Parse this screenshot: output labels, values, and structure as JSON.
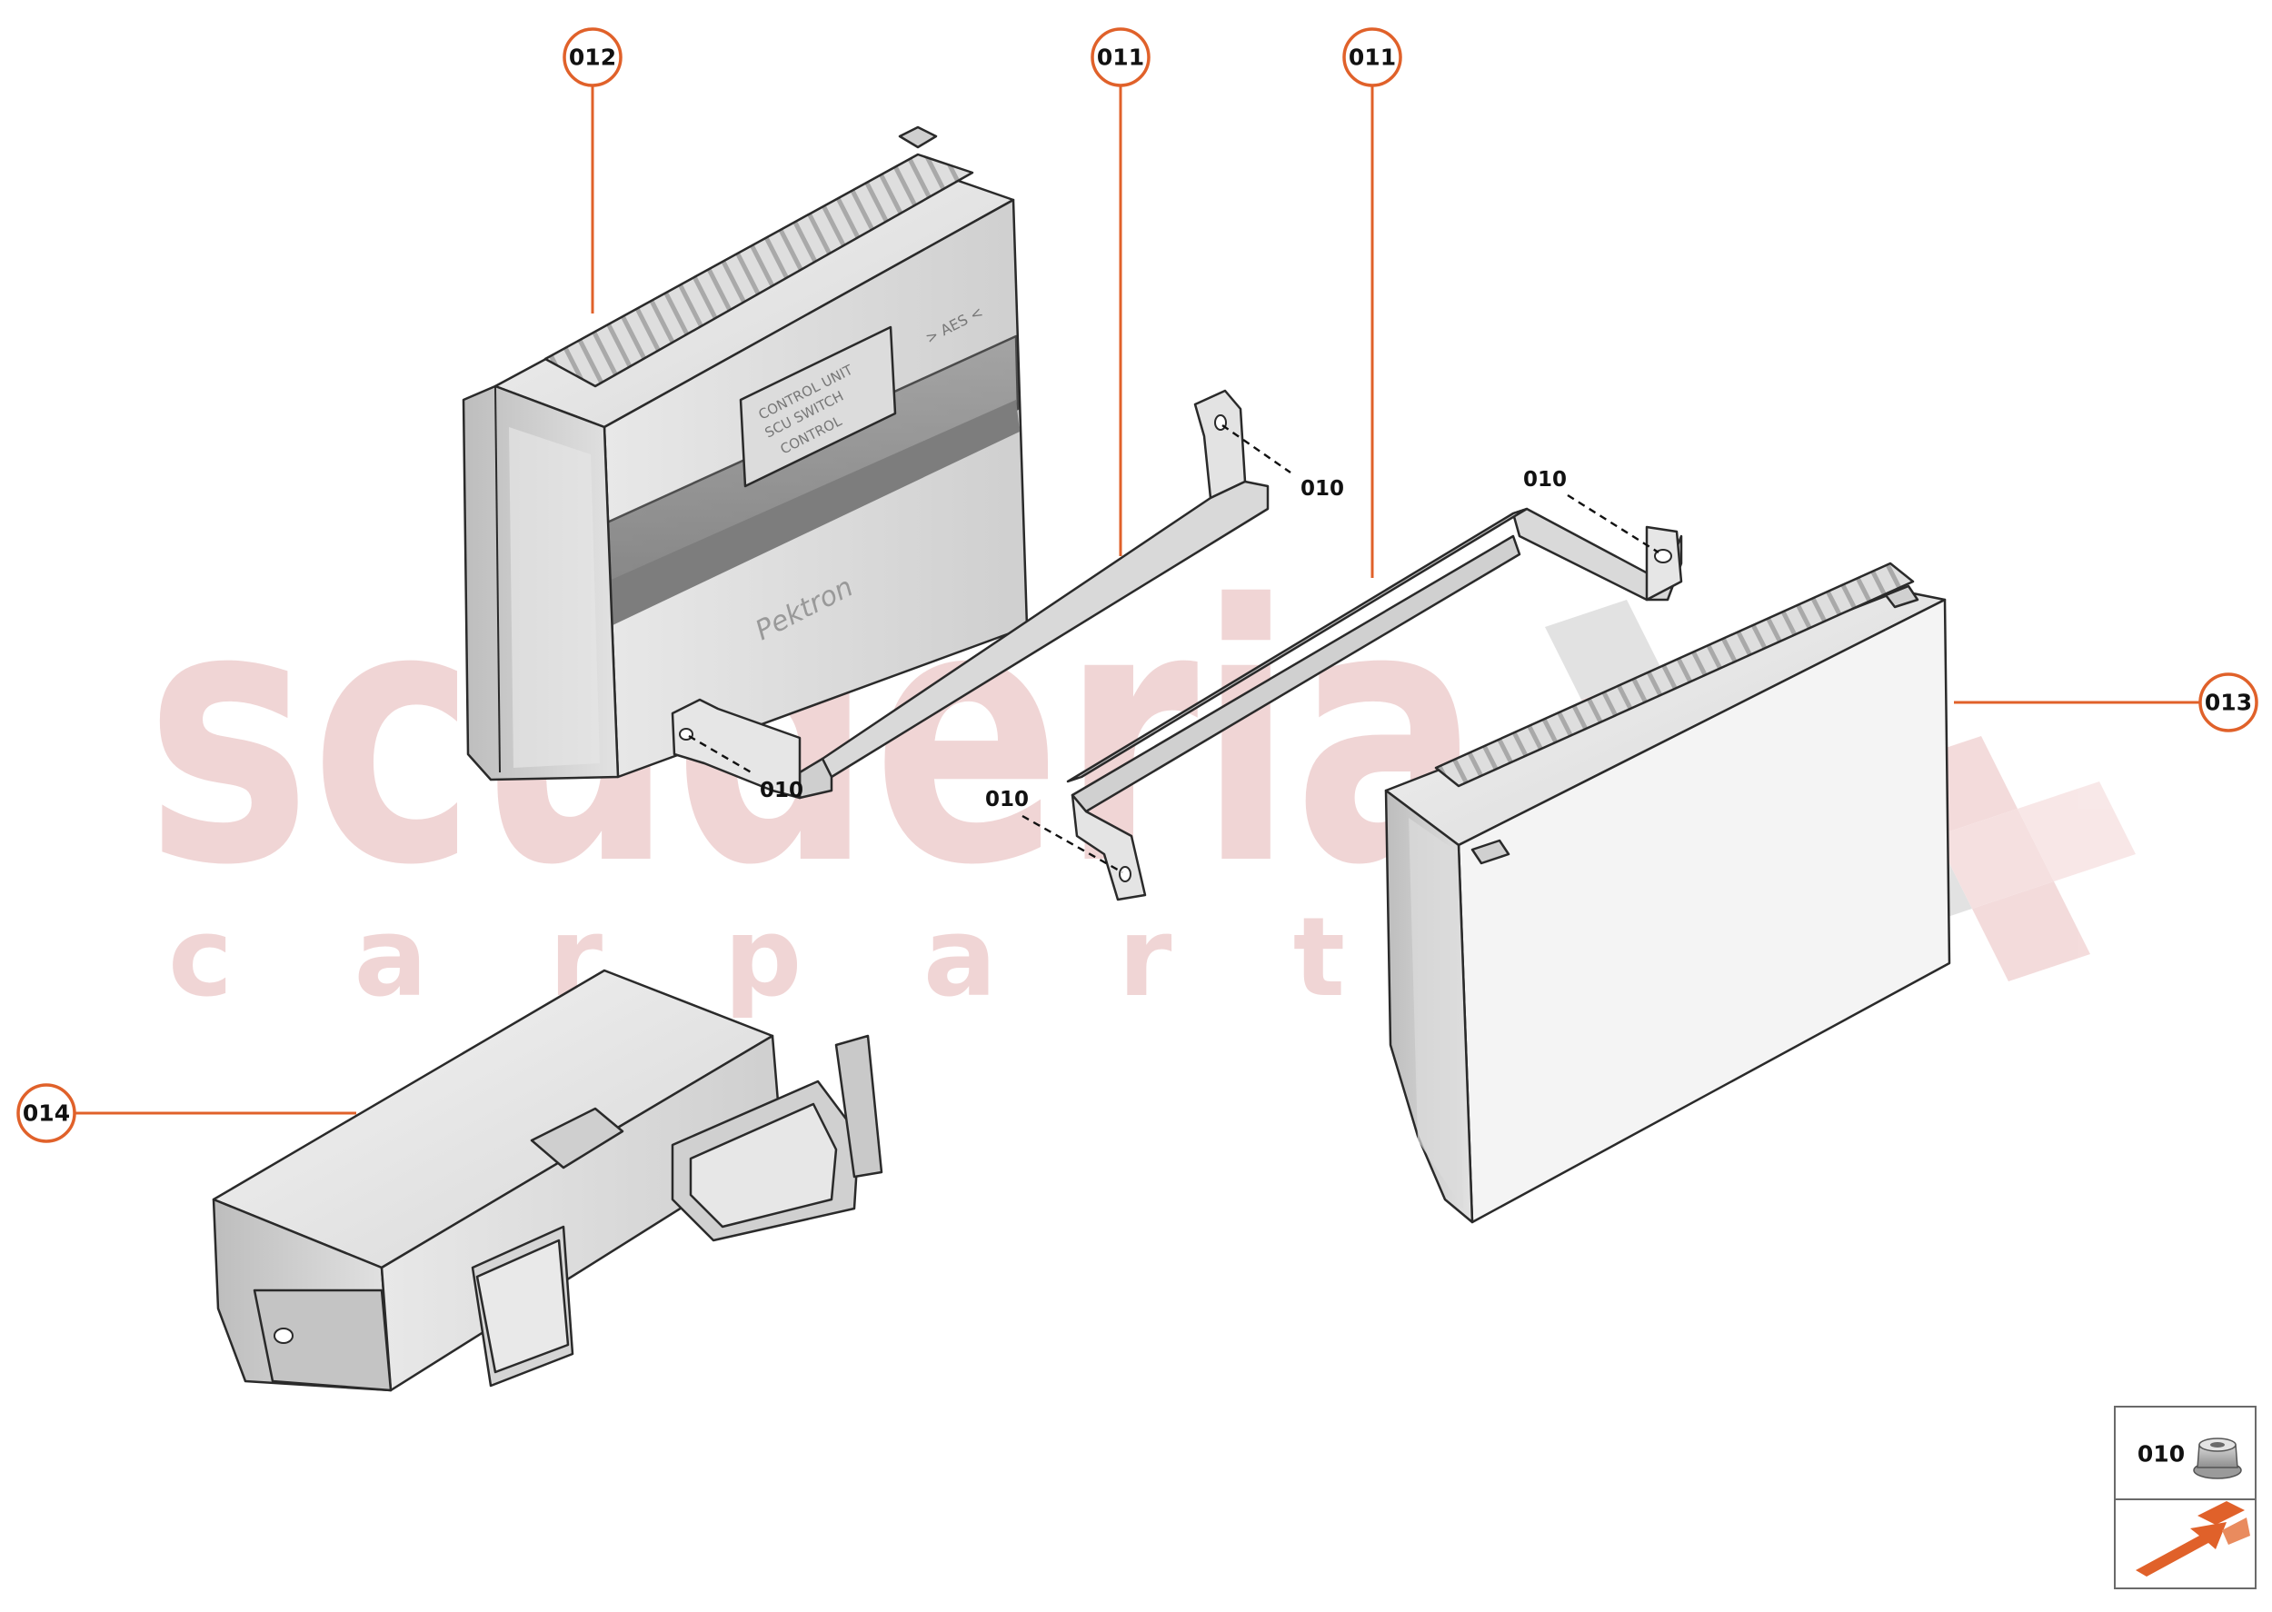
{
  "watermark": {
    "main": "scuderia",
    "sub": "c a r   p a r t s",
    "color": "#e9c9c9"
  },
  "accent_color": "#e0612a",
  "callouts": [
    {
      "id": "c012",
      "label": "012"
    },
    {
      "id": "c011a",
      "label": "011"
    },
    {
      "id": "c011b",
      "label": "011"
    },
    {
      "id": "c013",
      "label": "013"
    },
    {
      "id": "c014",
      "label": "014"
    }
  ],
  "fastener_labels": [
    {
      "id": "f1",
      "label": "010"
    },
    {
      "id": "f2",
      "label": "010"
    },
    {
      "id": "f3",
      "label": "010"
    },
    {
      "id": "f4",
      "label": "010"
    }
  ],
  "ecu_012": {
    "plate_text": [
      "CONTROL UNIT",
      "SCU SWITCH",
      "CONTROL"
    ],
    "side_text": "> AES <",
    "brand_script": "Pektron"
  },
  "legend": {
    "part_label": "010",
    "part_icon": "flanged-nut-icon",
    "direction_icon": "forward-arrow-icon"
  }
}
